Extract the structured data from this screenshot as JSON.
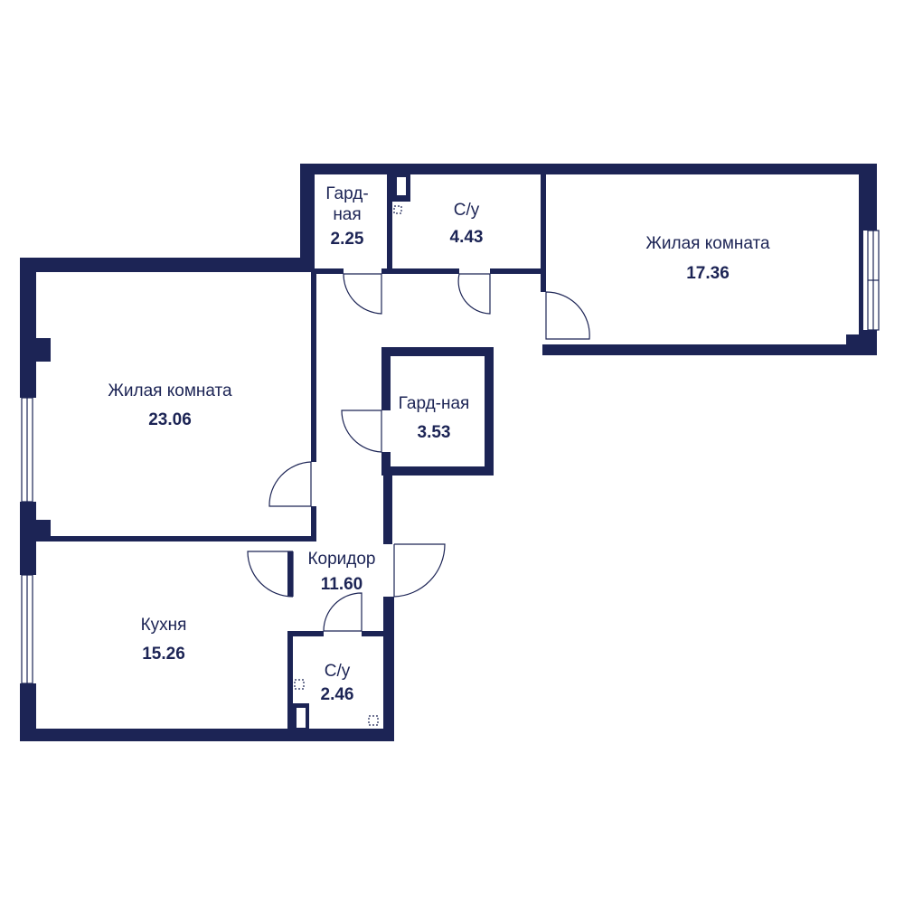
{
  "colors": {
    "wall": "#1c2455",
    "background": "#ffffff"
  },
  "rooms": [
    {
      "id": "wardrobe-1",
      "label_line1": "Гард-",
      "label_line2": "ная",
      "area": "2.25"
    },
    {
      "id": "bathroom-1",
      "label": "С/у",
      "area": "4.43"
    },
    {
      "id": "living-room-1",
      "label": "Жилая комната",
      "area": "17.36"
    },
    {
      "id": "living-room-2",
      "label": "Жилая комната",
      "area": "23.06"
    },
    {
      "id": "wardrobe-2",
      "label": "Гард-ная",
      "area": "3.53"
    },
    {
      "id": "corridor",
      "label": "Коридор",
      "area": "11.60"
    },
    {
      "id": "kitchen",
      "label": "Кухня",
      "area": "15.26"
    },
    {
      "id": "bathroom-2",
      "label": "С/у",
      "area": "2.46"
    }
  ]
}
